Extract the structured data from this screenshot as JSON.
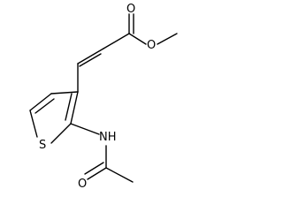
{
  "atoms": {
    "carbonyl_o_ester": "O",
    "ether_o": "O",
    "sulfur": "S",
    "amide_nh": "NH",
    "amide_o": "O"
  },
  "colors": {
    "bond": "#000000",
    "background": "#ffffff"
  }
}
